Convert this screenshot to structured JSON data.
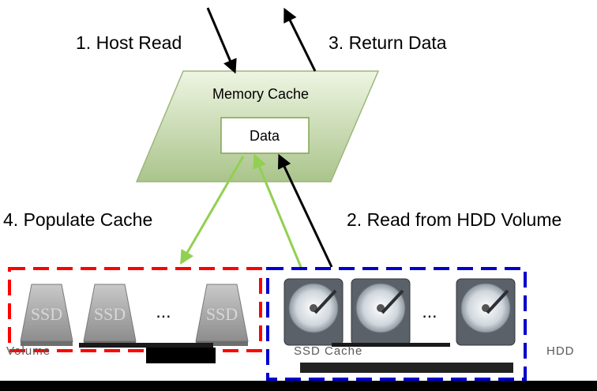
{
  "steps": {
    "host_read": "1. Host Read",
    "return_data": "3. Return Data",
    "populate_cache": "4. Populate Cache",
    "read_hdd": "2. Read from HDD Volume"
  },
  "memory_cache": {
    "title": "Memory Cache",
    "data_label": "Data"
  },
  "ssd_group": {
    "drive_label": "SSD",
    "ellipsis": "...",
    "caption_fragment": "Volume"
  },
  "hdd_group": {
    "ellipsis": "...",
    "caption_fragment": "SSD Cache",
    "right_fragment": "HDD"
  },
  "colors": {
    "cache_fill_top": "#eef5e2",
    "cache_fill_bottom": "#aac48b",
    "populate_arrow": "#92d050",
    "ssd_box": "#ff0000",
    "hdd_box": "#0000cc",
    "ssd_body": "#a8a8a8",
    "bottom_bar": "#000000"
  }
}
